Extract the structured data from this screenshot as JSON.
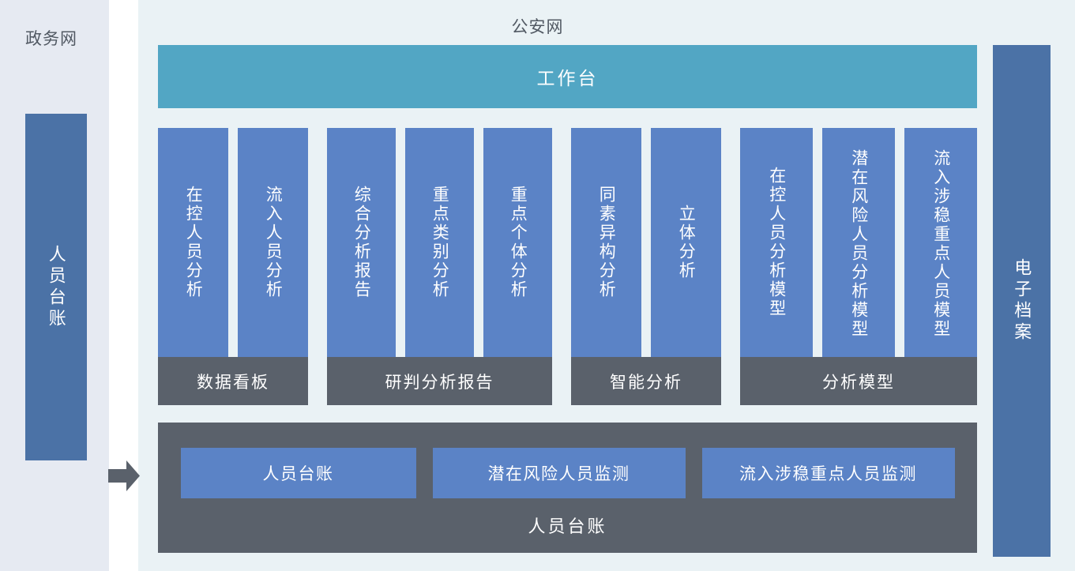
{
  "zones": {
    "government": {
      "title": "政务网"
    },
    "police": {
      "title": "公安网"
    }
  },
  "sidebars": {
    "left": {
      "label": "人员台账"
    },
    "right": {
      "label": "电子档案"
    }
  },
  "arrow": {
    "name": "flow-arrow-right"
  },
  "workbench": {
    "label": "工作台"
  },
  "groups": [
    {
      "label": "数据看板",
      "tiles": [
        {
          "label": "在控人员分析"
        },
        {
          "label": "流入人员分析"
        }
      ]
    },
    {
      "label": "研判分析报告",
      "tiles": [
        {
          "label": "综合分析报告"
        },
        {
          "label": "重点类别分析"
        },
        {
          "label": "重点个体分析"
        }
      ]
    },
    {
      "label": "智能分析",
      "tiles": [
        {
          "label": "同素异构分析"
        },
        {
          "label": "立体分析"
        }
      ]
    },
    {
      "label": "分析模型",
      "tiles": [
        {
          "label": "在控人员分析模型"
        },
        {
          "label": "潜在风险人员分析模型"
        },
        {
          "label": "流入涉稳重点人员模型"
        }
      ]
    }
  ],
  "ledger": {
    "caption": "人员台账",
    "buttons": [
      {
        "label": "人员台账"
      },
      {
        "label": "潜在风险人员监测"
      },
      {
        "label": "流入涉稳重点人员监测"
      }
    ]
  },
  "colors": {
    "zone_government_bg": "#e6eaf2",
    "zone_gap_bg": "#ffffff",
    "zone_police_bg": "#eaf2f5",
    "sidebar_bar": "#4b72a6",
    "workbench": "#52a6c4",
    "tile": "#5b83c6",
    "group_label": "#5a616b",
    "ledger_panel": "#5a616b",
    "arrow": "#5a616b",
    "title_text": "#515963",
    "on_dark_text": "#ffffff"
  }
}
